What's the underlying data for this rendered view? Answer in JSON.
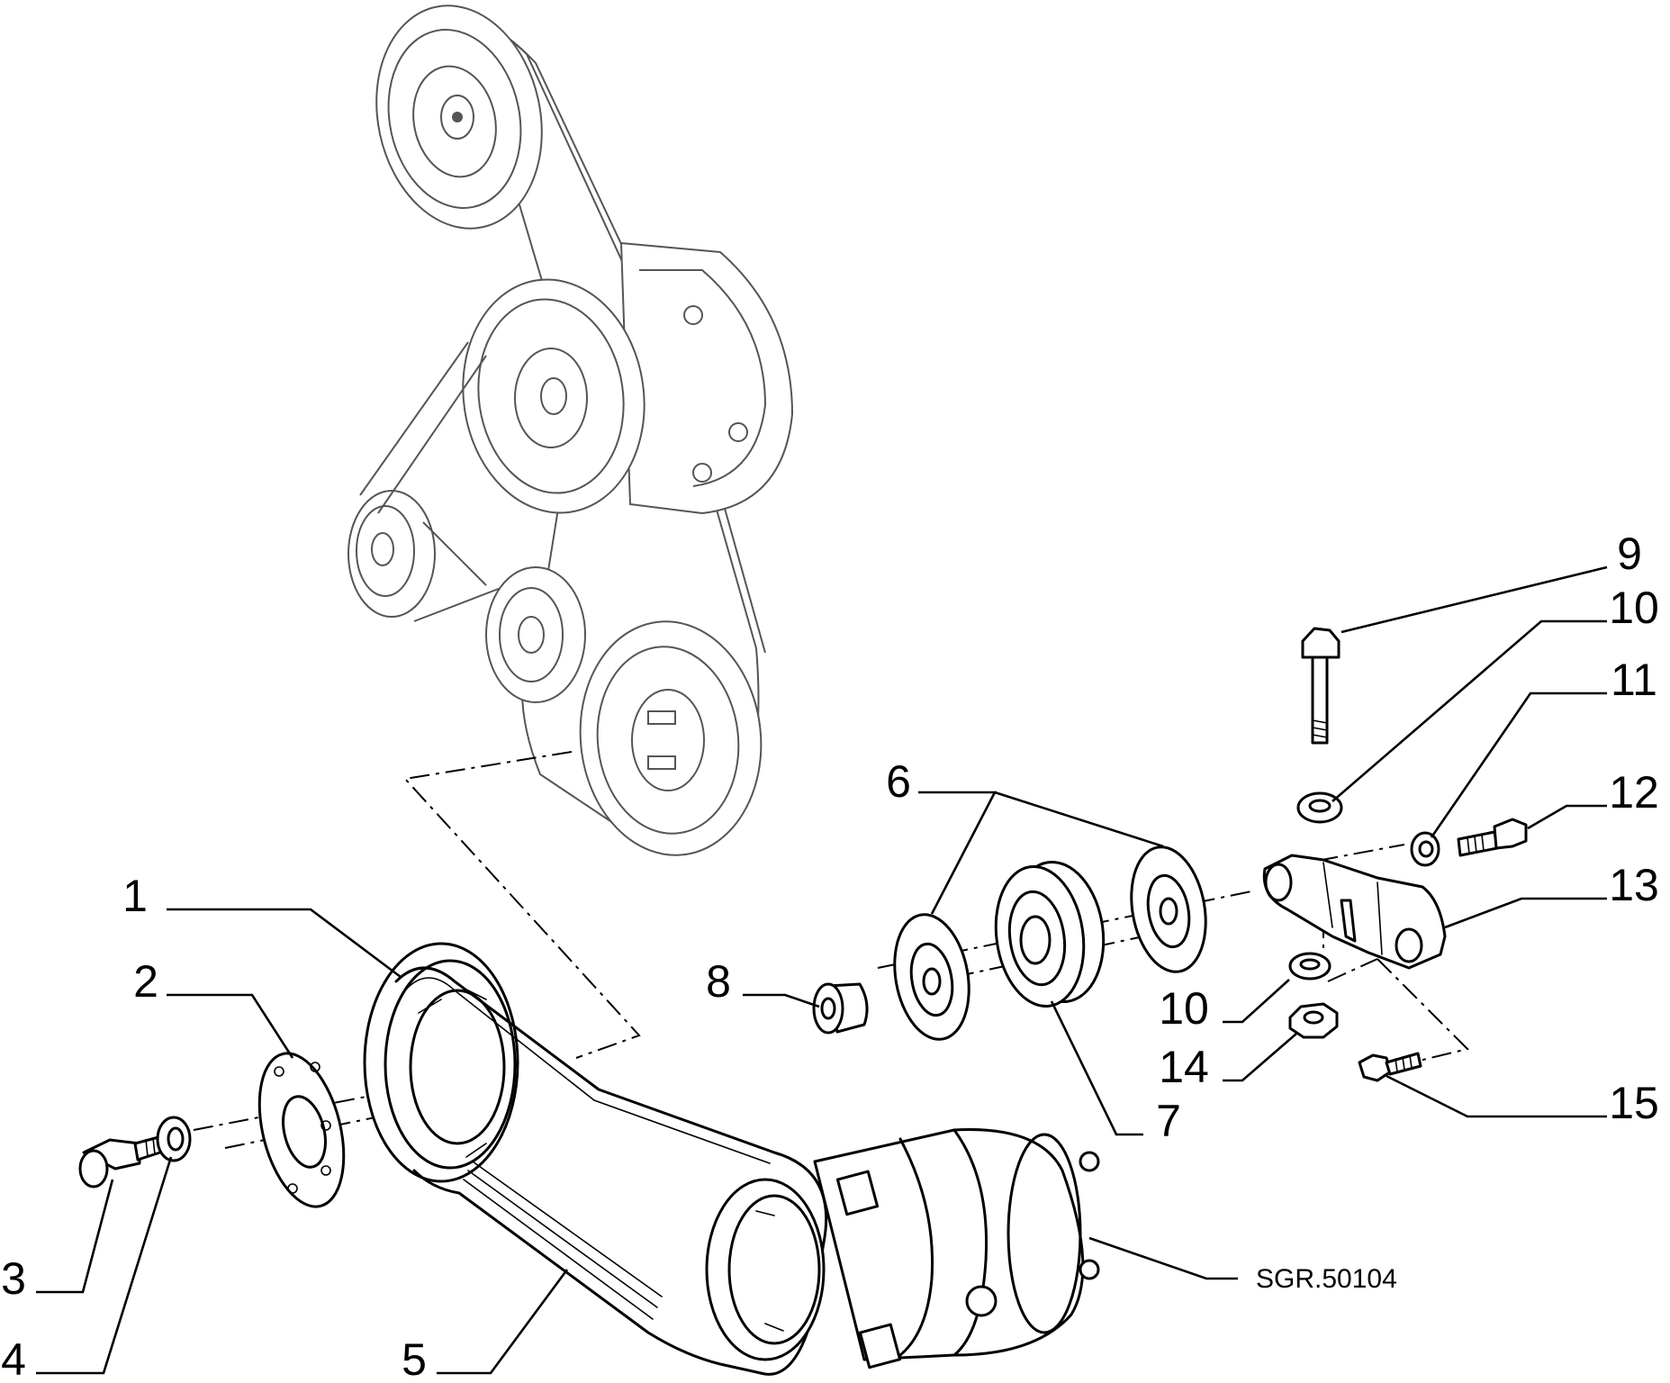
{
  "reference_code": "SGR.50104",
  "callouts": [
    {
      "key": "p1",
      "text": "1"
    },
    {
      "key": "p2",
      "text": "2"
    },
    {
      "key": "p3",
      "text": "3"
    },
    {
      "key": "p4",
      "text": "4"
    },
    {
      "key": "p5",
      "text": "5"
    },
    {
      "key": "p6",
      "text": "6"
    },
    {
      "key": "p7",
      "text": "7"
    },
    {
      "key": "p8",
      "text": "8"
    },
    {
      "key": "p9",
      "text": "9"
    },
    {
      "key": "p10a",
      "text": "10"
    },
    {
      "key": "p11",
      "text": "11"
    },
    {
      "key": "p12",
      "text": "12"
    },
    {
      "key": "p13",
      "text": "13"
    },
    {
      "key": "p10b",
      "text": "10"
    },
    {
      "key": "p14",
      "text": "14"
    },
    {
      "key": "p15",
      "text": "15"
    }
  ]
}
